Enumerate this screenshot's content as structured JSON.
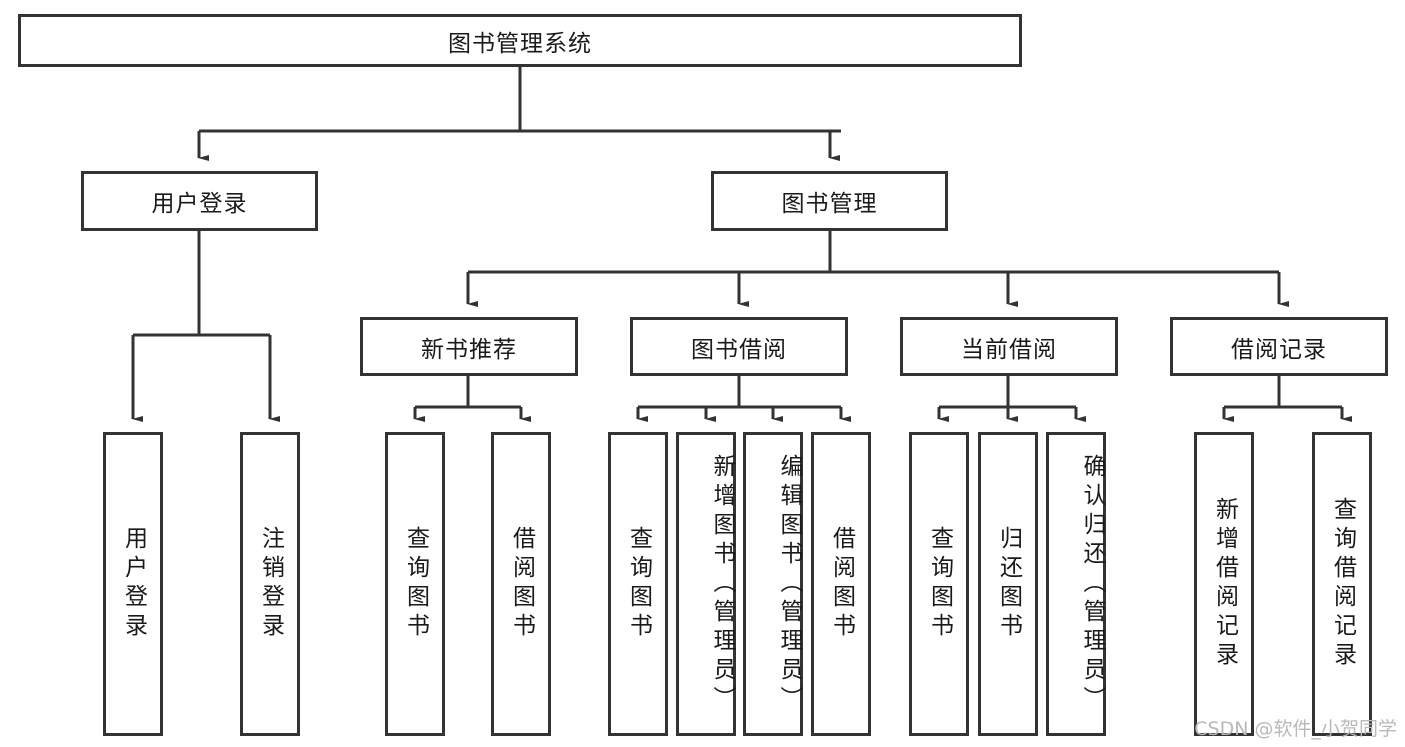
{
  "diagram": {
    "type": "tree-hierarchy-chart",
    "title": "图书管理系统",
    "background_color": "#ffffff",
    "line_color": "#333333",
    "text_color": "#1a1a1a"
  },
  "nodes": {
    "root": {
      "label": "图书管理系统"
    },
    "level2": [
      {
        "id": "user-login",
        "label": "用户登录"
      },
      {
        "id": "book-management",
        "label": "图书管理"
      }
    ],
    "level3": [
      {
        "id": "new-book-recommend",
        "label": "新书推荐"
      },
      {
        "id": "book-borrow",
        "label": "图书借阅"
      },
      {
        "id": "current-borrow",
        "label": "当前借阅"
      },
      {
        "id": "borrow-record",
        "label": "借阅记录"
      }
    ],
    "leaves": [
      {
        "id": "leaf-user-login",
        "label": "用户登录",
        "parent": "user-login"
      },
      {
        "id": "leaf-logout",
        "label": "注销登录",
        "parent": "user-login"
      },
      {
        "id": "leaf-query-book-1",
        "label": "查询图书",
        "parent": "new-book-recommend"
      },
      {
        "id": "leaf-borrow-book-1",
        "label": "借阅图书",
        "parent": "new-book-recommend"
      },
      {
        "id": "leaf-query-book-2",
        "label": "查询图书",
        "parent": "book-borrow"
      },
      {
        "id": "leaf-add-book",
        "label": "新增图书（管理员）",
        "parent": "book-borrow"
      },
      {
        "id": "leaf-edit-book",
        "label": "编辑图书（管理员）",
        "parent": "book-borrow"
      },
      {
        "id": "leaf-borrow-book-2",
        "label": "借阅图书",
        "parent": "book-borrow"
      },
      {
        "id": "leaf-query-book-3",
        "label": "查询图书",
        "parent": "current-borrow"
      },
      {
        "id": "leaf-return-book",
        "label": "归还图书",
        "parent": "current-borrow"
      },
      {
        "id": "leaf-confirm-return",
        "label": "确认归还（管理员）",
        "parent": "current-borrow"
      },
      {
        "id": "leaf-add-record",
        "label": "新增借阅记录",
        "parent": "borrow-record"
      },
      {
        "id": "leaf-query-record",
        "label": "查询借阅记录",
        "parent": "borrow-record"
      }
    ]
  },
  "watermark": {
    "text": "CSDN @软件_小贺同学"
  }
}
